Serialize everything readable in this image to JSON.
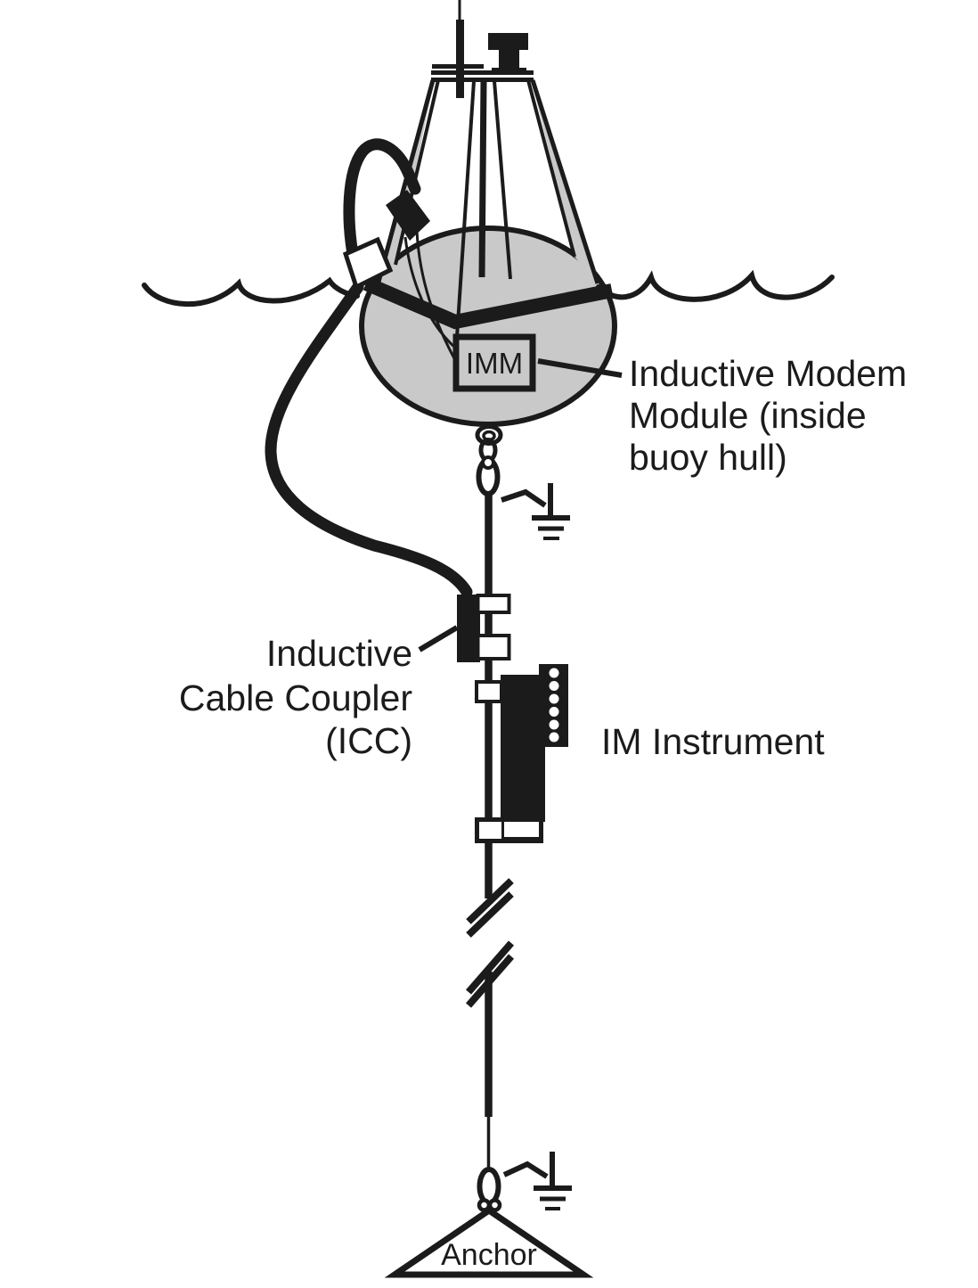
{
  "colors": {
    "ink": "#1b1b1b",
    "hull_gray": "#c9c9c9",
    "bg": "#ffffff"
  },
  "labels": {
    "imm_box": "IMM",
    "imm_module": {
      "line1": "Inductive Modem",
      "line2": "Module (inside",
      "line3": "buoy hull)"
    },
    "icc": {
      "line1": "Inductive",
      "line2": "Cable Coupler",
      "line3": "(ICC)"
    },
    "im_instrument": "IM Instrument",
    "anchor": "Anchor"
  },
  "icons": {
    "earth_ground_upper": "earth-ground-symbol",
    "earth_ground_lower": "earth-ground-symbol",
    "cable_break": "double-slash-break-mark"
  }
}
